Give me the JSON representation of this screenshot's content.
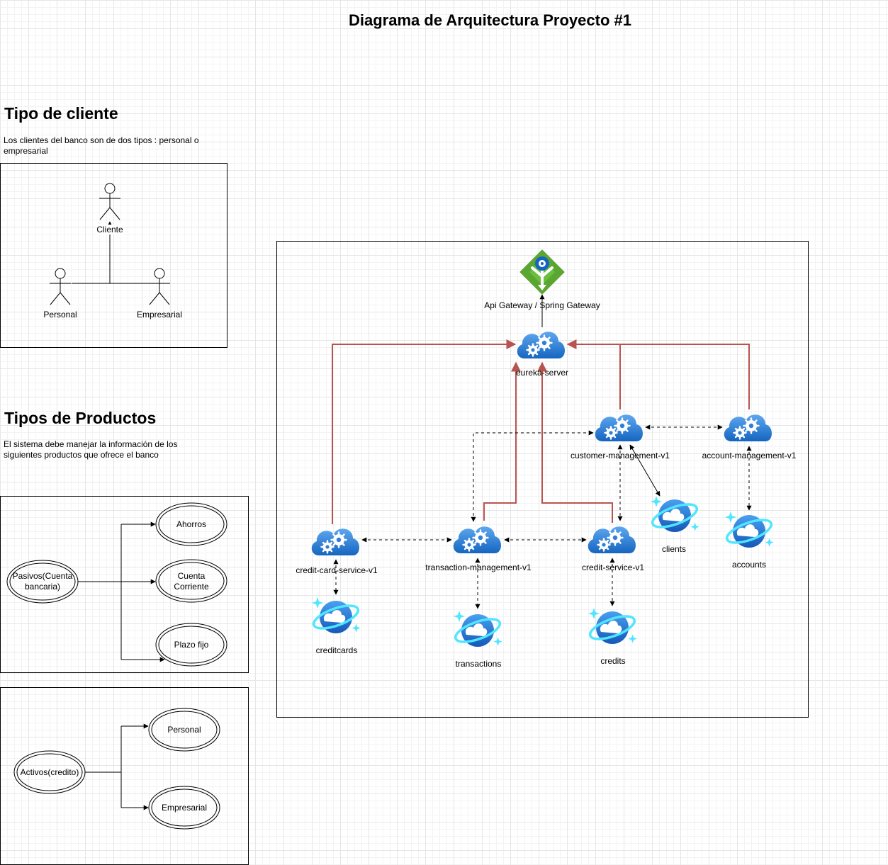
{
  "title": "Diagrama de Arquitectura Proyecto #1",
  "client_section": {
    "heading": "Tipo de cliente",
    "description": "Los clientes del banco son de dos tipos : personal o empresarial",
    "actors": {
      "root": "Cliente",
      "left": "Personal",
      "right": "Empresarial"
    }
  },
  "product_section": {
    "heading": "Tipos de Productos",
    "description": "El sistema debe manejar la información de los siguientes productos que ofrece el banco",
    "liabilities": {
      "root": "Pasivos(Cuenta bancaria)",
      "items": [
        "Ahorros",
        "Cuenta Corriente",
        "Plazo fijo"
      ]
    },
    "assets": {
      "root": "Activos(credito)",
      "items": [
        "Personal",
        "Empresarial"
      ]
    }
  },
  "architecture": {
    "gateway": "Api Gateway / Spring Gateway",
    "registry": "eureka-server",
    "services": {
      "customer": "customer-management-v1",
      "account": "account-management-v1",
      "creditcard": "credit-card-service-v1",
      "transaction": "transaction-management-v1",
      "credit": "credit-service-v1"
    },
    "databases": {
      "clients": "clients",
      "accounts": "accounts",
      "creditcards": "creditcards",
      "transactions": "transactions",
      "credits": "credits"
    }
  },
  "colors": {
    "registration_link": "#b85450",
    "cloud_dark": "#1565c0",
    "cloud_light": "#4a9be8",
    "gateway_green": "#5aa632",
    "db_cyan": "#50e6ff"
  }
}
